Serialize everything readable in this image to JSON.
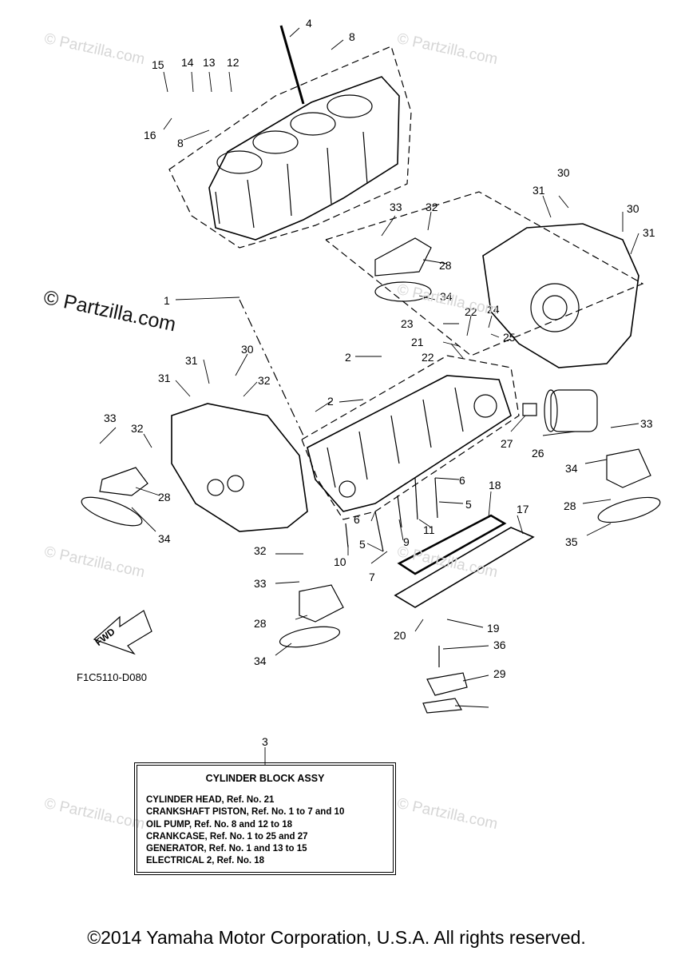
{
  "watermark_text": "© Partzilla.com",
  "diagram_code": "F1C5110-D080",
  "fwd_label": "FWD",
  "callouts": [
    "1",
    "2",
    "2",
    "3",
    "4",
    "5",
    "5",
    "6",
    "6",
    "7",
    "8",
    "8",
    "9",
    "10",
    "11",
    "12",
    "13",
    "14",
    "15",
    "16",
    "17",
    "18",
    "19",
    "20",
    "21",
    "22",
    "22",
    "23",
    "24",
    "25",
    "26",
    "27",
    "28",
    "28",
    "28",
    "28",
    "29",
    "30",
    "30",
    "30",
    "31",
    "31",
    "31",
    "31",
    "32",
    "32",
    "32",
    "32",
    "33",
    "33",
    "33",
    "33",
    "34",
    "34",
    "34",
    "34",
    "35",
    "36"
  ],
  "assembly_box": {
    "number": "3",
    "title": "CYLINDER BLOCK ASSY",
    "lines": [
      "CYLINDER HEAD,  Ref. No. 21",
      "CRANKSHAFT PISTON,  Ref. No. 1 to 7 and 10",
      "OIL PUMP,  Ref. No. 8 and 12 to 18",
      "CRANKCASE,  Ref. No. 1 to 25 and 27",
      "GENERATOR,  Ref. No. 1 and 13 to 15",
      "ELECTRICAL 2,  Ref. No. 18"
    ]
  },
  "footer": "©2014 Yamaha Motor Corporation, U.S.A. All rights reserved."
}
